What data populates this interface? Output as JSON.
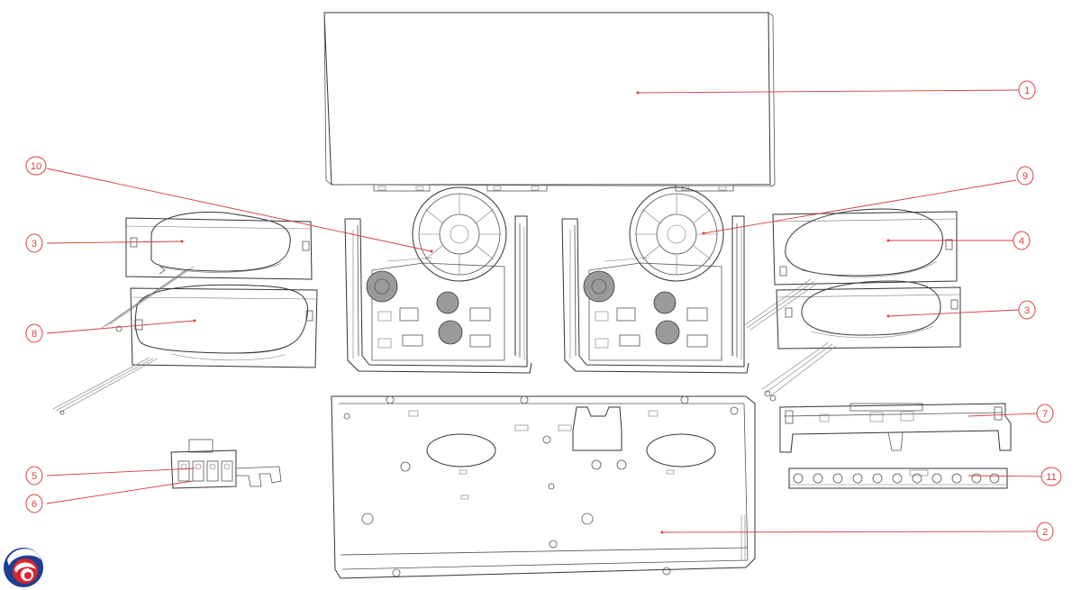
{
  "callouts": [
    {
      "id": "c1",
      "label": "1"
    },
    {
      "id": "c2",
      "label": "2"
    },
    {
      "id": "c3a",
      "label": "3"
    },
    {
      "id": "c3b",
      "label": "3"
    },
    {
      "id": "c4",
      "label": "4"
    },
    {
      "id": "c5",
      "label": "5"
    },
    {
      "id": "c6",
      "label": "6"
    },
    {
      "id": "c7",
      "label": "7"
    },
    {
      "id": "c8",
      "label": "8"
    },
    {
      "id": "c9",
      "label": "9"
    },
    {
      "id": "c10",
      "label": "10"
    },
    {
      "id": "c11",
      "label": "11"
    }
  ],
  "colors": {
    "callout": "#d9413c",
    "linework": "#333333",
    "logo_red": "#d8262c",
    "logo_blue": "#1f3e8f"
  }
}
